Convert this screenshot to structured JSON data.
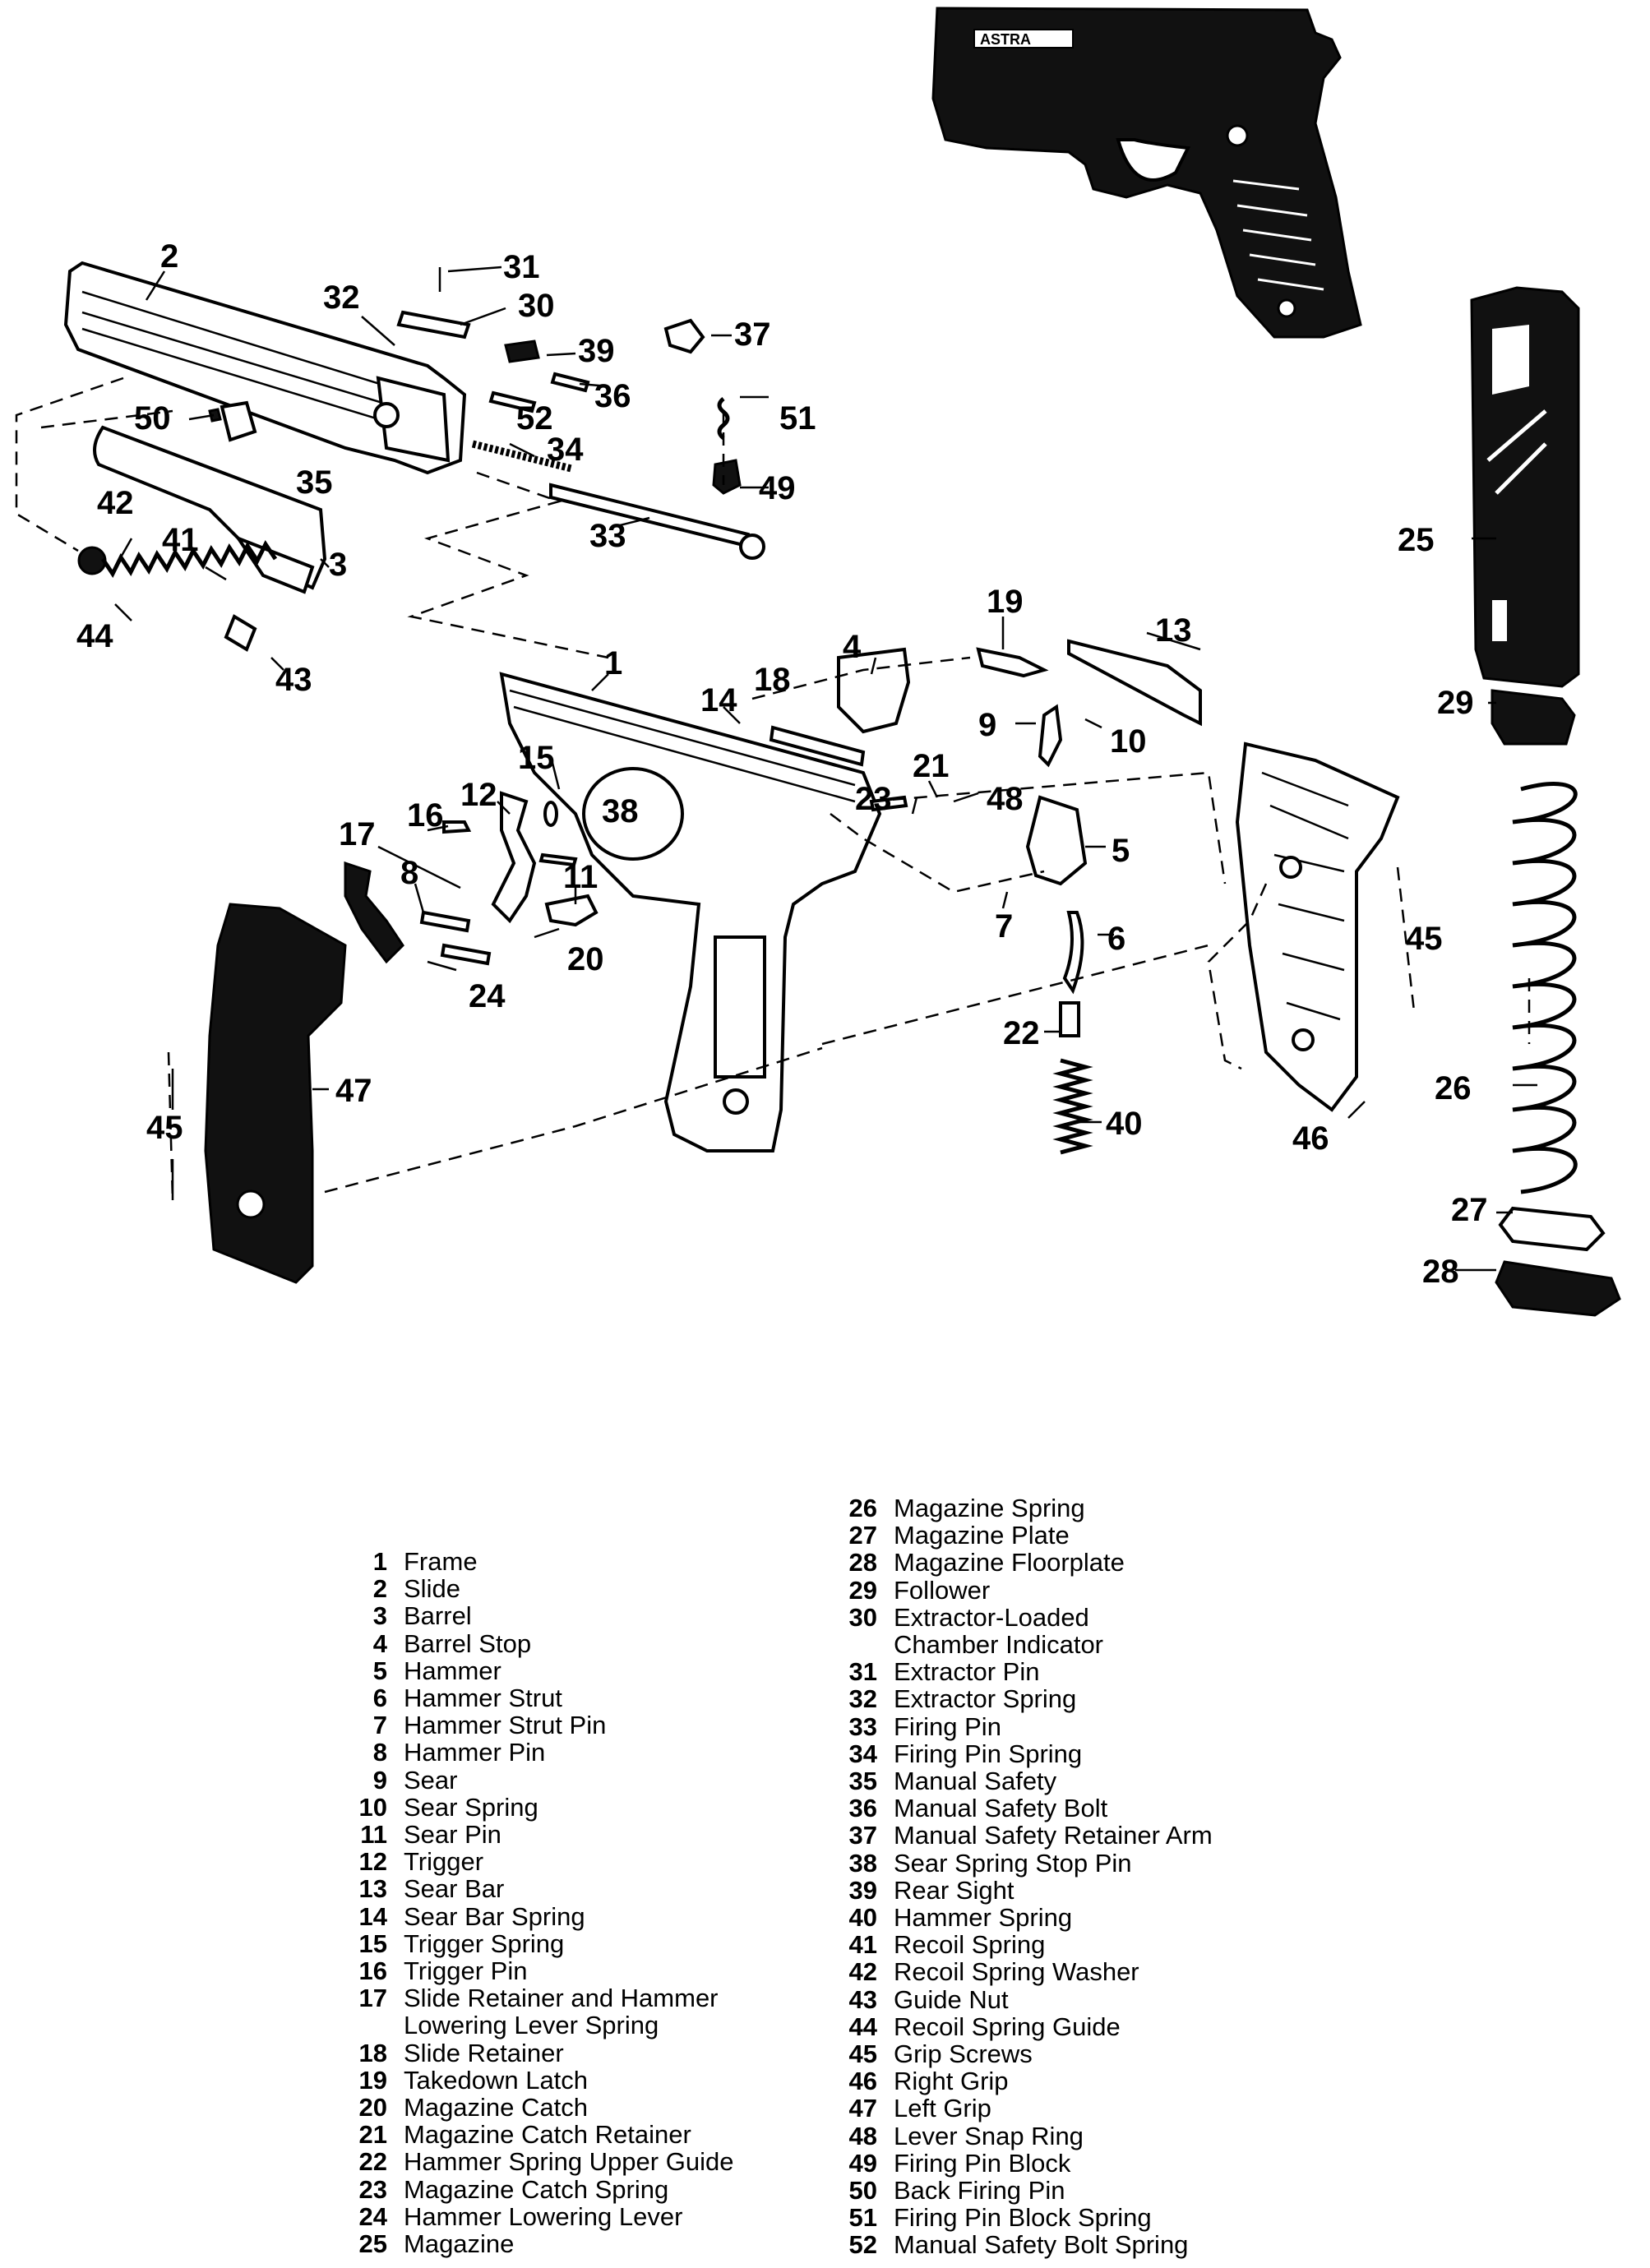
{
  "logo_text": "ASTRA",
  "callouts": [
    "1",
    "2",
    "3",
    "4",
    "5",
    "6",
    "7",
    "8",
    "9",
    "10",
    "11",
    "12",
    "13",
    "14",
    "15",
    "16",
    "17",
    "18",
    "19",
    "20",
    "21",
    "22",
    "23",
    "24",
    "25",
    "26",
    "27",
    "28",
    "29",
    "30",
    "31",
    "32",
    "33",
    "34",
    "35",
    "36",
    "37",
    "38",
    "39",
    "40",
    "41",
    "42",
    "43",
    "44",
    "45",
    "45",
    "46",
    "47",
    "48",
    "49",
    "50",
    "51",
    "52"
  ],
  "legend_left": [
    {
      "num": "1",
      "name": "Frame"
    },
    {
      "num": "2",
      "name": "Slide"
    },
    {
      "num": "3",
      "name": "Barrel"
    },
    {
      "num": "4",
      "name": "Barrel Stop"
    },
    {
      "num": "5",
      "name": "Hammer"
    },
    {
      "num": "6",
      "name": "Hammer Strut"
    },
    {
      "num": "7",
      "name": "Hammer Strut Pin"
    },
    {
      "num": "8",
      "name": "Hammer Pin"
    },
    {
      "num": "9",
      "name": "Sear"
    },
    {
      "num": "10",
      "name": "Sear Spring"
    },
    {
      "num": "11",
      "name": "Sear Pin"
    },
    {
      "num": "12",
      "name": "Trigger"
    },
    {
      "num": "13",
      "name": "Sear Bar"
    },
    {
      "num": "14",
      "name": "Sear Bar Spring"
    },
    {
      "num": "15",
      "name": "Trigger Spring"
    },
    {
      "num": "16",
      "name": "Trigger Pin"
    },
    {
      "num": "17",
      "name": "Slide Retainer and Hammer"
    },
    {
      "num": "",
      "name": "Lowering Lever Spring"
    },
    {
      "num": "18",
      "name": "Slide Retainer"
    },
    {
      "num": "19",
      "name": "Takedown Latch"
    },
    {
      "num": "20",
      "name": "Magazine Catch"
    },
    {
      "num": "21",
      "name": "Magazine Catch Retainer"
    },
    {
      "num": "22",
      "name": "Hammer Spring Upper Guide"
    },
    {
      "num": "23",
      "name": "Magazine Catch Spring"
    },
    {
      "num": "24",
      "name": "Hammer Lowering Lever"
    },
    {
      "num": "25",
      "name": "Magazine"
    }
  ],
  "legend_right": [
    {
      "num": "26",
      "name": "Magazine Spring"
    },
    {
      "num": "27",
      "name": "Magazine Plate"
    },
    {
      "num": "28",
      "name": "Magazine Floorplate"
    },
    {
      "num": "29",
      "name": "Follower"
    },
    {
      "num": "30",
      "name": "Extractor-Loaded"
    },
    {
      "num": "",
      "name": "Chamber Indicator"
    },
    {
      "num": "31",
      "name": "Extractor Pin"
    },
    {
      "num": "32",
      "name": "Extractor Spring"
    },
    {
      "num": "33",
      "name": "Firing Pin"
    },
    {
      "num": "34",
      "name": "Firing Pin Spring"
    },
    {
      "num": "35",
      "name": "Manual Safety"
    },
    {
      "num": "36",
      "name": "Manual Safety Bolt"
    },
    {
      "num": "37",
      "name": "Manual Safety Retainer Arm"
    },
    {
      "num": "38",
      "name": "Sear Spring Stop Pin"
    },
    {
      "num": "39",
      "name": "Rear Sight"
    },
    {
      "num": "40",
      "name": "Hammer Spring"
    },
    {
      "num": "41",
      "name": "Recoil Spring"
    },
    {
      "num": "42",
      "name": "Recoil Spring Washer"
    },
    {
      "num": "43",
      "name": "Guide Nut"
    },
    {
      "num": "44",
      "name": "Recoil Spring Guide"
    },
    {
      "num": "45",
      "name": "Grip Screws"
    },
    {
      "num": "46",
      "name": "Right Grip"
    },
    {
      "num": "47",
      "name": "Left Grip"
    },
    {
      "num": "48",
      "name": "Lever Snap Ring"
    },
    {
      "num": "49",
      "name": "Firing Pin Block"
    },
    {
      "num": "50",
      "name": "Back Firing Pin"
    },
    {
      "num": "51",
      "name": "Firing Pin Block Spring"
    },
    {
      "num": "52",
      "name": "Manual Safety Bolt Spring"
    }
  ]
}
